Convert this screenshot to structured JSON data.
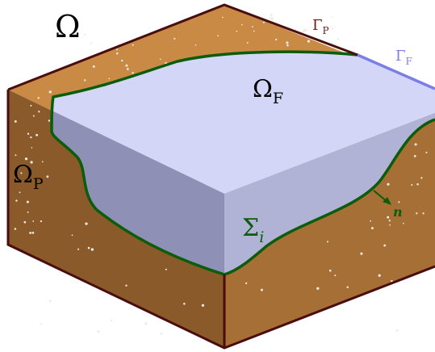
{
  "labels": {
    "omega": "Ω",
    "gamma_p_main": "Γ",
    "gamma_p_sub": "P",
    "gamma_f_main": "Γ",
    "gamma_f_sub": "F",
    "omega_f_main": "Ω",
    "omega_f_sub": "F",
    "omega_p_main": "Ω",
    "omega_p_sub": "P",
    "sigma_main": "Σ",
    "sigma_sub": "i",
    "normal": "n"
  },
  "colors": {
    "porous_top": "#c98a46",
    "porous_left": "#8a5a2a",
    "porous_right": "#a56f36",
    "fluid_top": "#d4d6f7",
    "fluid_left": "#8f90b6",
    "fluid_right": "#b0b2d6",
    "outline": "#4a0d0d",
    "interface": "#0b5c0b",
    "gamma_f_edge": "#7a7fe6",
    "gamma_p_label": "#6b1a1a",
    "gamma_f_label": "#7a7fe6",
    "grain": "#f0ece4"
  }
}
